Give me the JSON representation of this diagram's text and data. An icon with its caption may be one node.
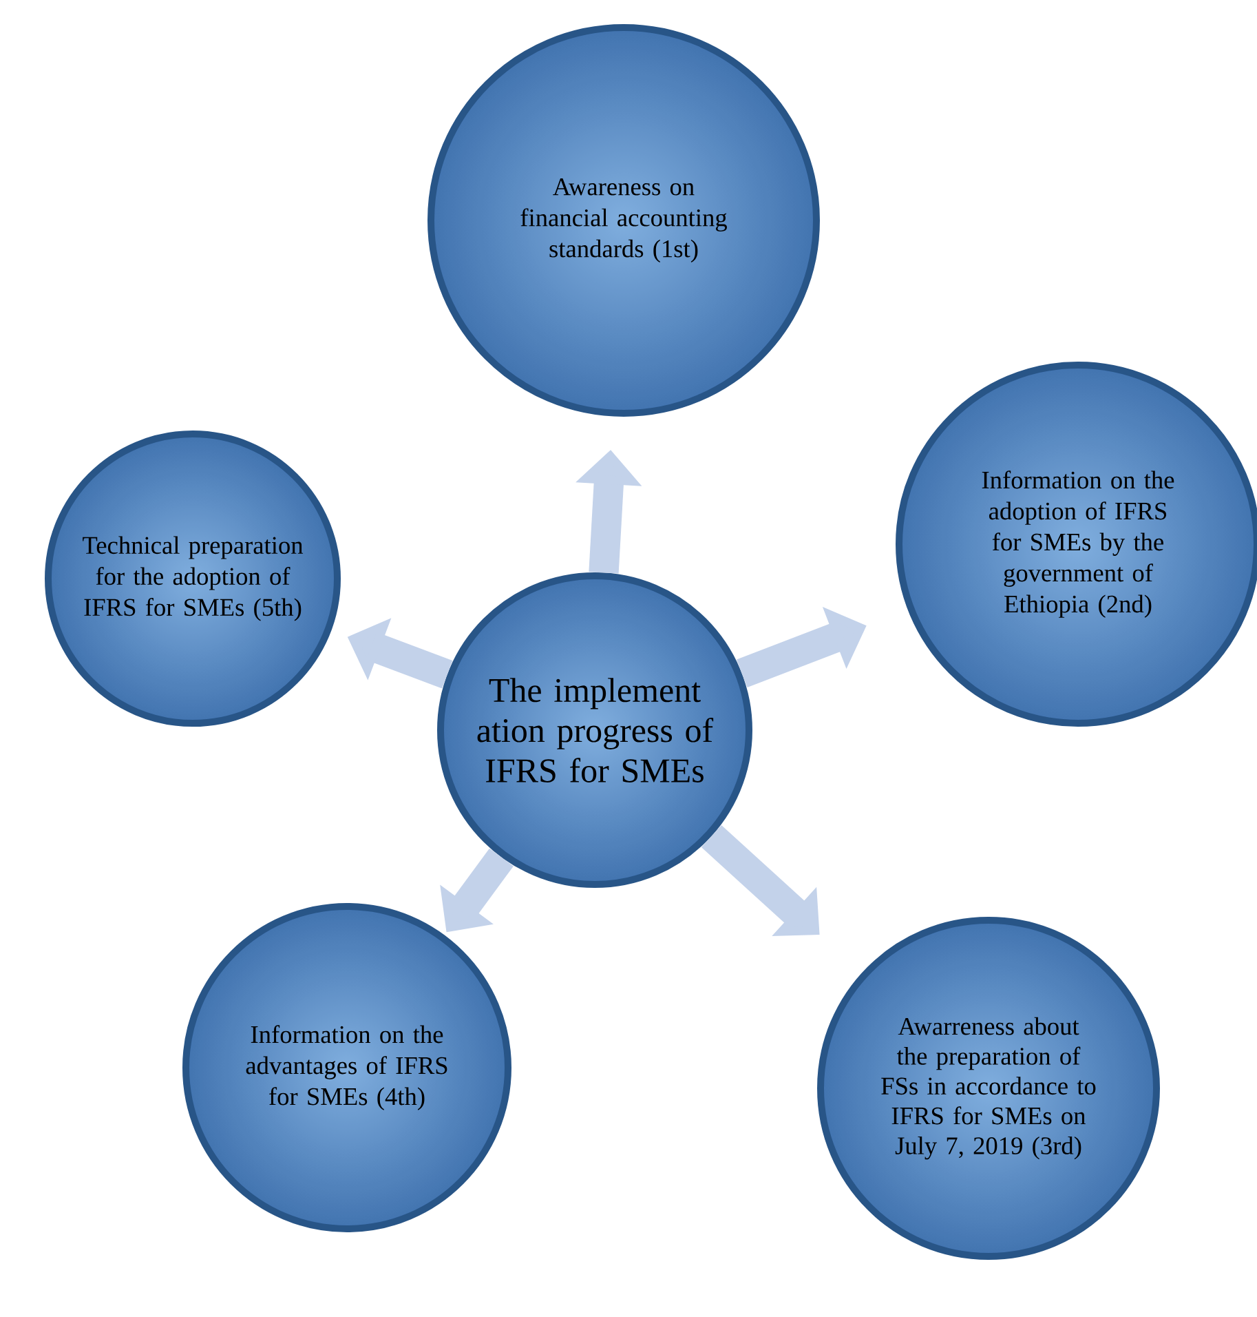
{
  "diagram": {
    "nodes": [
      {
        "text": [
          "The implement ation progress of IFRS for SMEs"
        ]
      },
      {
        "text": [
          "Awareness on financial accounting standards  (1st)"
        ]
      },
      {
        "text": [
          "Information on the adoption of IFRS for SMEs by the government of Ethiopia (2nd)"
        ]
      },
      {
        "text": [
          "Awarreness about the preparation of FSs in accordance to IFRS for SMEs on July 7, 2019 (3rd)"
        ]
      },
      {
        "text": [
          "Information on the advantages of IFRS for SMEs (4th)"
        ]
      },
      {
        "text": [
          "Technical preparation for the adoption of IFRS for SMEs (5th)"
        ]
      }
    ],
    "edges": [
      {
        "from": 0,
        "to": 1,
        "arrow": "to"
      },
      {
        "from": 0,
        "to": 2,
        "arrow": "to"
      },
      {
        "from": 0,
        "to": 3,
        "arrow": "to"
      },
      {
        "from": 0,
        "to": 4,
        "arrow": "to"
      },
      {
        "from": 0,
        "to": 5,
        "arrow": "to"
      }
    ]
  }
}
